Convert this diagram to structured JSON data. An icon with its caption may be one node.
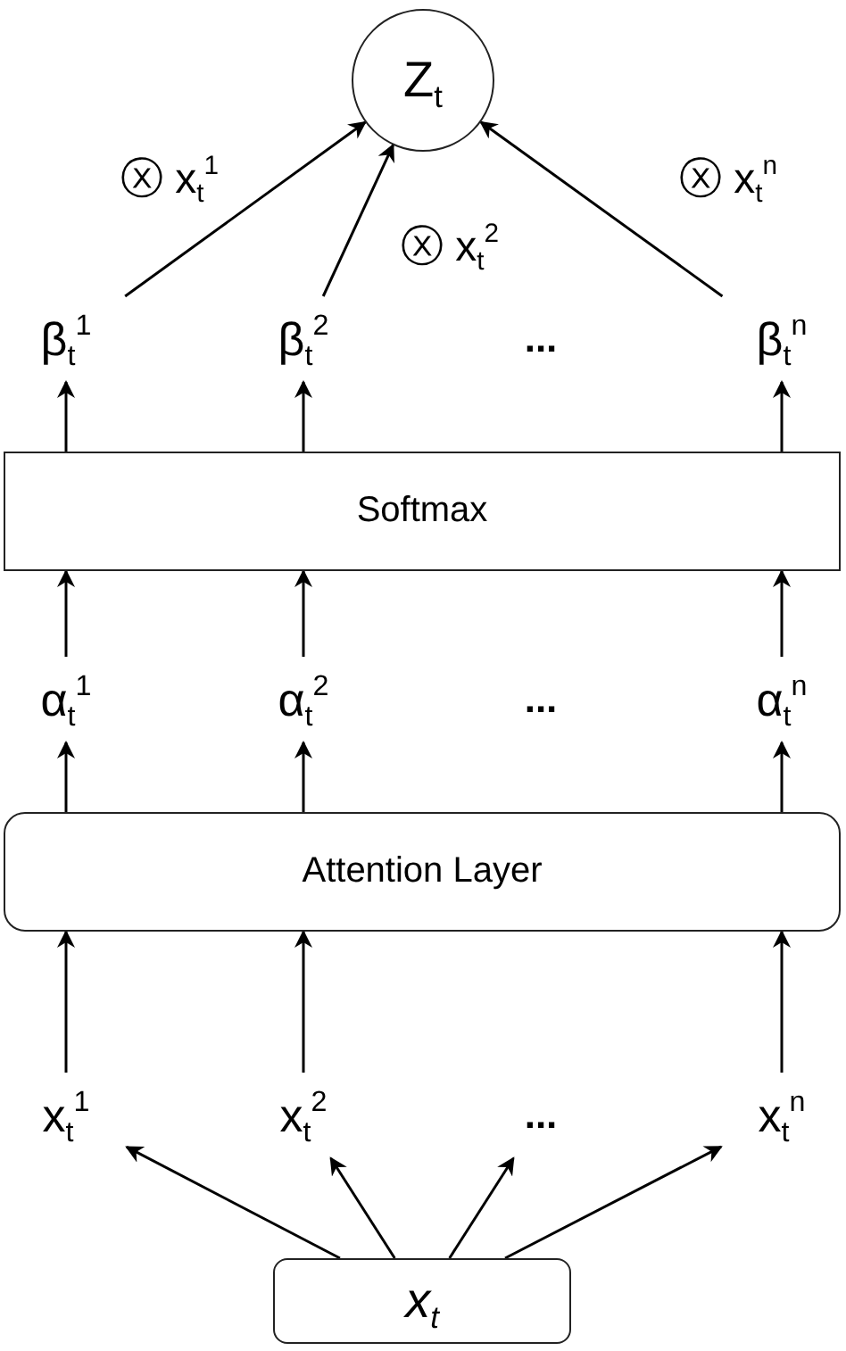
{
  "diagram": {
    "nodes": [
      {
        "text": [
          "Z$_{t}$"
        ]
      },
      {
        "text": [
          "β$_{t}$$^{1}$"
        ]
      },
      {
        "text": [
          "β$_{t}$$^{2}$"
        ]
      },
      {
        "text": [
          "..."
        ]
      },
      {
        "text": [
          "β$_{t}$$^{n}$"
        ]
      },
      {
        "text": [
          "Softmax"
        ]
      },
      {
        "text": [
          "α$_{t}$$^{1}$"
        ]
      },
      {
        "text": [
          "α$_{t}$$^{2}$"
        ]
      },
      {
        "text": [
          "..."
        ]
      },
      {
        "text": [
          "α$_{t}$$^{n}$"
        ]
      },
      {
        "text": [
          "Attention Layer"
        ]
      },
      {
        "text": [
          "x$_{t}$$^{1}$"
        ]
      },
      {
        "text": [
          "x$_{t}$$^{2}$"
        ]
      },
      {
        "text": [
          "..."
        ]
      },
      {
        "text": [
          "x$_{t}$$^{n}$"
        ]
      },
      {
        "text": [
          "x$_{t}$"
        ]
      }
    ],
    "edges": [
      {
        "from": 1,
        "to": 0,
        "arrow": "to",
        "label": "ⓧ x$_{t}$$^{1}$"
      },
      {
        "from": 2,
        "to": 0,
        "arrow": "to",
        "label": "ⓧ x$_{t}$$^{2}$"
      },
      {
        "from": 4,
        "to": 0,
        "arrow": "to",
        "label": "ⓧ x$_{t}$$^{n}$"
      },
      {
        "from": 5,
        "to": 1,
        "arrow": "to"
      },
      {
        "from": 5,
        "to": 2,
        "arrow": "to"
      },
      {
        "from": 5,
        "to": 4,
        "arrow": "to"
      },
      {
        "from": 6,
        "to": 5,
        "arrow": "to"
      },
      {
        "from": 7,
        "to": 5,
        "arrow": "to"
      },
      {
        "from": 9,
        "to": 5,
        "arrow": "to"
      },
      {
        "from": 10,
        "to": 6,
        "arrow": "to"
      },
      {
        "from": 10,
        "to": 7,
        "arrow": "to"
      },
      {
        "from": 10,
        "to": 9,
        "arrow": "to"
      },
      {
        "from": 11,
        "to": 10,
        "arrow": "to"
      },
      {
        "from": 12,
        "to": 10,
        "arrow": "to"
      },
      {
        "from": 14,
        "to": 10,
        "arrow": "to"
      },
      {
        "from": 15,
        "to": 11,
        "arrow": "to"
      },
      {
        "from": 15,
        "to": 12,
        "arrow": "to"
      },
      {
        "from": 15,
        "to": 13,
        "arrow": "to"
      },
      {
        "from": 15,
        "to": 14,
        "arrow": "to"
      }
    ]
  }
}
